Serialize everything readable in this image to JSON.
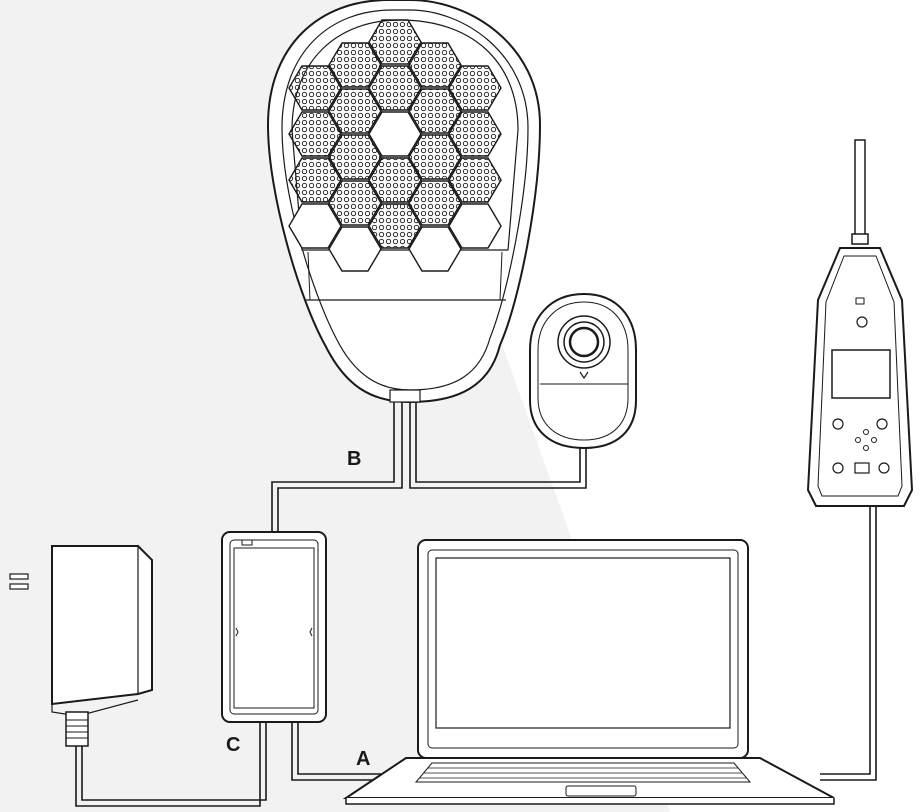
{
  "labels": {
    "a": "A",
    "b": "B",
    "c": "C"
  },
  "colors": {
    "background": "#ffffff",
    "background_shade": "#f2f2f2",
    "line": "#1a1a1a",
    "device_fill": "#ffffff",
    "dark_fill": "#2a2a2a"
  },
  "icons": [
    "speaker-icon",
    "foot-pedal-icon",
    "sound-level-meter-icon",
    "amplifier-box-icon",
    "power-adapter-icon",
    "laptop-icon"
  ]
}
